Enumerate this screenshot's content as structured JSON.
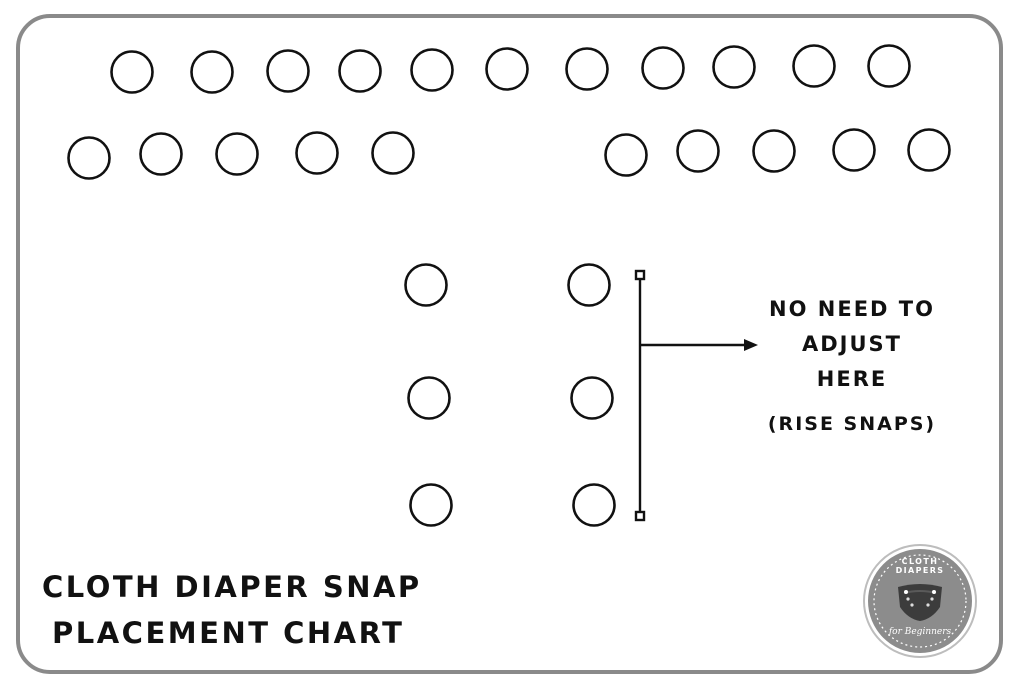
{
  "diagram": {
    "title_line1": "CLOTH DIAPER SNAP",
    "title_line2": "PLACEMENT CHART",
    "note_line1": "NO NEED TO",
    "note_line2": "ADJUST",
    "note_line3": "HERE",
    "note_line4": "(RISE SNAPS)"
  },
  "logo": {
    "top_text": "CLOTH DIAPERS",
    "bottom_text": "for Beginners"
  },
  "colors": {
    "frame": "#8a8a8a",
    "ink": "#111111",
    "logo_fill": "#8c8c8c"
  }
}
